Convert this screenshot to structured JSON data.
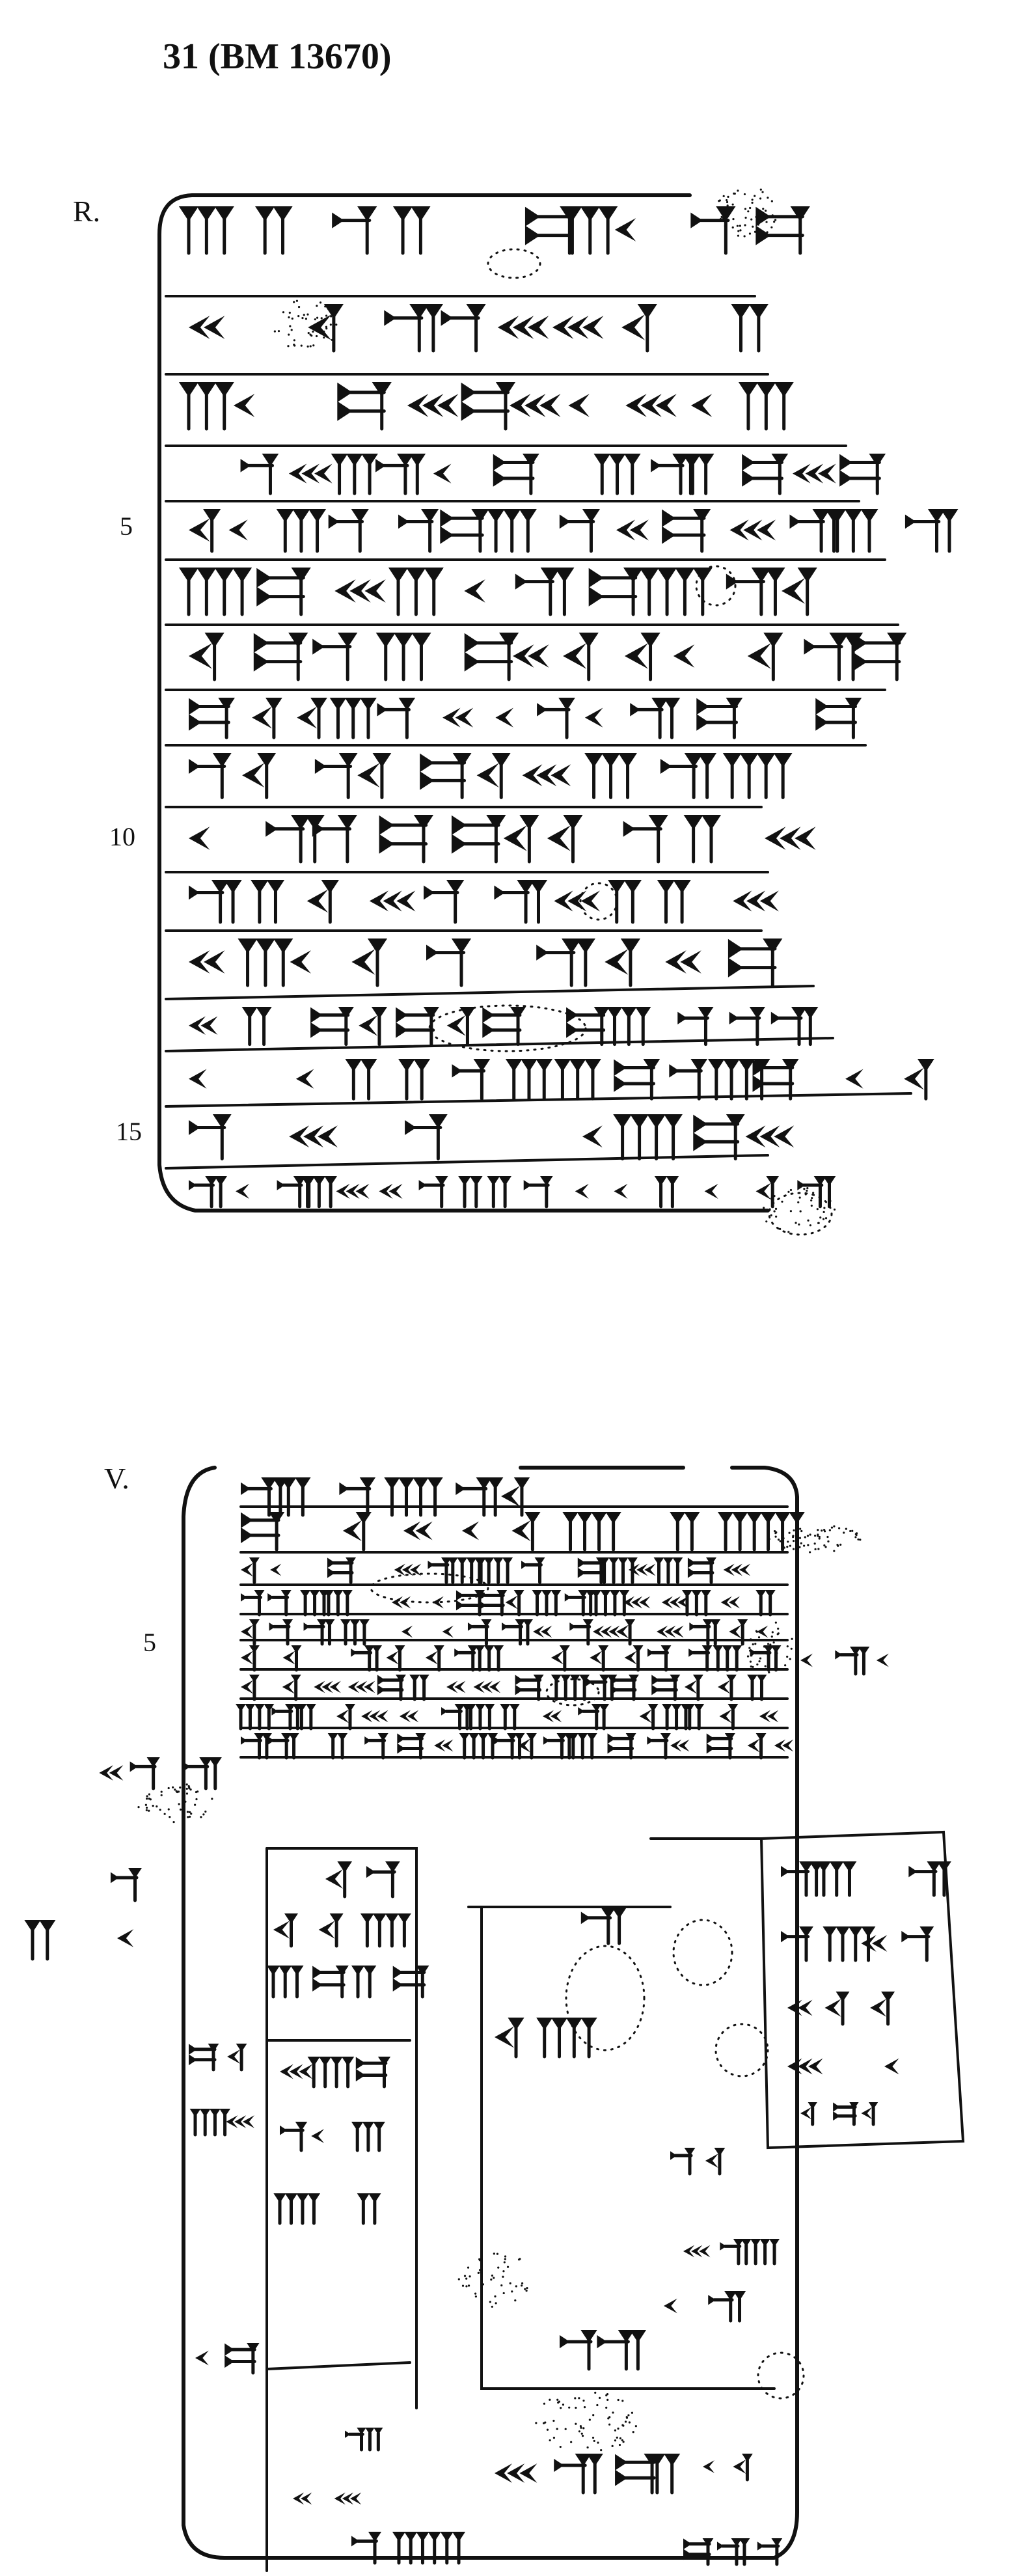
{
  "document": {
    "title": "31  (BM 13670)"
  },
  "obverse": {
    "side_label": "R.",
    "line_numbers": [
      "5",
      "10",
      "15"
    ]
  },
  "reverse": {
    "side_label": "V.",
    "line_numbers": [
      "5"
    ]
  },
  "colors": {
    "ink": "#111111",
    "paper": "#ffffff"
  }
}
